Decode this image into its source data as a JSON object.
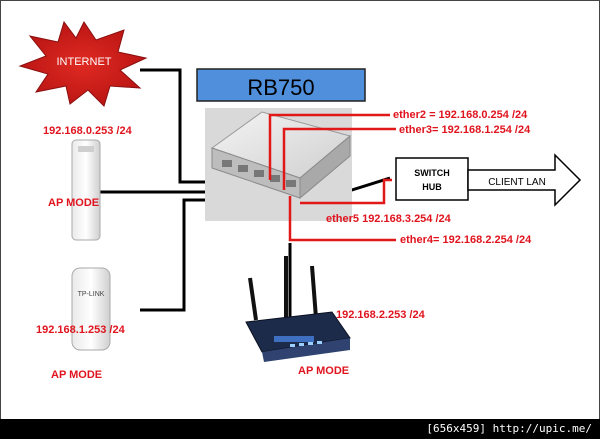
{
  "internet": {
    "label": "INTERNET"
  },
  "router": {
    "title": "RB750"
  },
  "ports": {
    "ether2": "ether2 = 192.168.0.254 /24",
    "ether3": "ether3= 192.168.1.254 /24",
    "ether5": "ether5 192.168.3.254 /24",
    "ether4": "ether4= 192.168.2.254 /24"
  },
  "switch_hub": {
    "line1": "SWITCH",
    "line2": "HUB"
  },
  "client_lan": {
    "label": "CLIENT LAN"
  },
  "ap1": {
    "ip": "192.168.0.253 /24",
    "mode": "AP MODE"
  },
  "ap2": {
    "ip": "192.168.1.253 /24",
    "mode": "AP MODE",
    "brand": "TP-LINK"
  },
  "wifi_router": {
    "ip": "192.168.2.253 /24",
    "mode": "AP MODE"
  },
  "footer": {
    "text": "[656x459] http://upic.me/"
  },
  "colors": {
    "router_title_bg": "#4f8fdb",
    "label_red": "#e0141e",
    "wire_red": "#e01818"
  }
}
